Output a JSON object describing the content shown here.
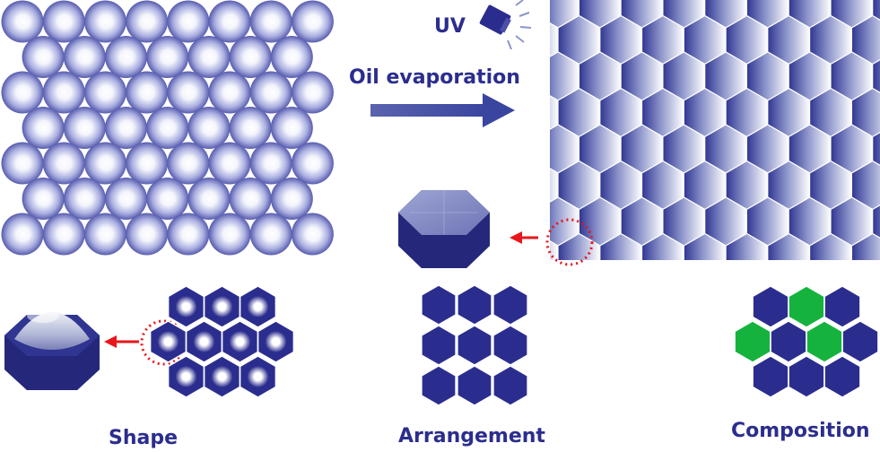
{
  "labels": {
    "uv": "UV",
    "oil_evaporation": "Oil evaporation",
    "shape": "Shape",
    "arrangement": "Arrangement",
    "composition": "Composition"
  },
  "colors": {
    "navy": "#2b2d8e",
    "sphere_light": "#ffffff",
    "arrow_blue": "#3d4aa0",
    "callout_red": "#e8161b",
    "composition_green": "#15b33d"
  },
  "icons": {
    "uv_lamp": "uv-lamp-icon"
  },
  "composition_pattern": {
    "colors_by_cell": [
      "navy",
      "green",
      "navy",
      "green",
      "navy",
      "green",
      "navy",
      "navy",
      "navy",
      "navy",
      "green",
      "navy"
    ]
  }
}
